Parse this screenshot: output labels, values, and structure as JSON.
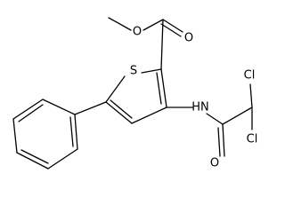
{
  "molecule": {
    "atoms": {
      "sulfur": "S",
      "ester_oxygen": "O",
      "carbonyl_oxygen": "O",
      "amide_nitrogen": "HN",
      "amide_oxygen": "O",
      "chlorine_top": "Cl",
      "chlorine_right": "Cl"
    }
  },
  "colors": {
    "bond": "#000000",
    "label": "#000000",
    "background": "#ffffff"
  }
}
